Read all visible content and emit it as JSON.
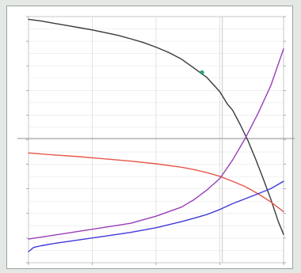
{
  "chart_data": {
    "type": "line",
    "title": "",
    "xlabel": "",
    "ylabel": "",
    "xlim": [
      0,
      100
    ],
    "ylim": [
      0,
      100
    ],
    "grid": true,
    "legend": "none",
    "x_ticks": [],
    "y_ticks": [],
    "series": [
      {
        "color": "#3a3a3a",
        "x": [
          0,
          5,
          10,
          15,
          20,
          25,
          30,
          35,
          40,
          45,
          50,
          55,
          60,
          65,
          70,
          75,
          78,
          80,
          83,
          86,
          89,
          92,
          95,
          98,
          100
        ],
        "y": [
          98.9,
          98.2,
          97.3,
          96.4,
          95.5,
          94.6,
          93.5,
          92.4,
          91.0,
          89.5,
          87.6,
          85.4,
          82.7,
          79.0,
          75.2,
          69.5,
          64.4,
          62.0,
          56.1,
          49.7,
          42.2,
          34.2,
          25.8,
          16.5,
          11.5
        ]
      },
      {
        "color": "#e8564a",
        "x": [
          0,
          10,
          20,
          30,
          40,
          50,
          60,
          65,
          70,
          75,
          80,
          85,
          90,
          95,
          100
        ],
        "y": [
          44.6,
          43.8,
          43.1,
          42.2,
          41.3,
          40.2,
          38.8,
          37.8,
          36.6,
          35.1,
          33.1,
          30.9,
          28.0,
          24.7,
          20.7
        ]
      },
      {
        "color": "#9a3db8",
        "x": [
          0,
          10,
          20,
          30,
          40,
          50,
          60,
          65,
          70,
          75,
          80,
          85,
          90,
          95,
          100
        ],
        "y": [
          9.6,
          11.2,
          12.8,
          14.4,
          16.0,
          18.9,
          22.6,
          25.7,
          29.6,
          34.2,
          41.7,
          50.6,
          60.7,
          72.0,
          86.9
        ]
      },
      {
        "color": "#3e3ad8",
        "x": [
          0,
          2,
          5,
          10,
          20,
          30,
          40,
          50,
          60,
          65,
          70,
          75,
          80,
          85,
          90,
          95,
          100
        ],
        "y": [
          4.5,
          6.2,
          6.9,
          7.8,
          9.3,
          10.8,
          12.3,
          14.2,
          16.7,
          18.1,
          19.6,
          21.6,
          24.0,
          26.0,
          28.0,
          30.1,
          33.1
        ]
      }
    ],
    "markers": [
      {
        "series": 0,
        "x": 68.0,
        "y": 77.3,
        "color": "#2aa37a"
      }
    ]
  }
}
